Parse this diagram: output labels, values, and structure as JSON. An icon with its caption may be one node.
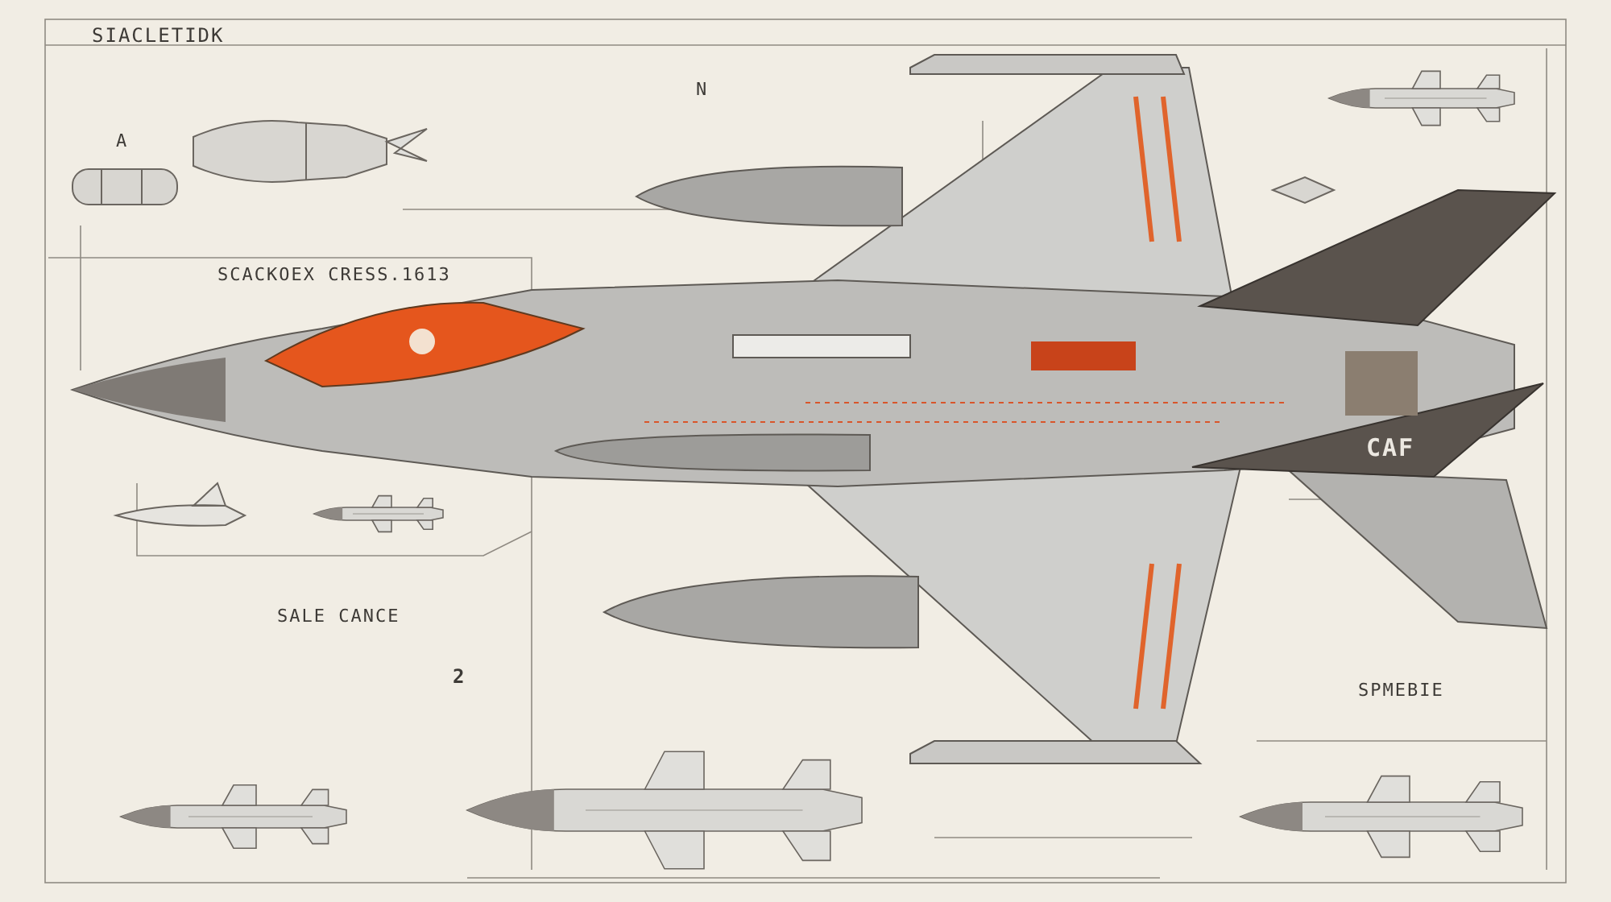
{
  "diagram": {
    "labels": [
      "SIACLETIDK",
      "A",
      "N",
      "SCACKOEX CRESS.1613",
      "SALE CANCE",
      "2",
      "SPMEBIE",
      "CAF"
    ]
  }
}
